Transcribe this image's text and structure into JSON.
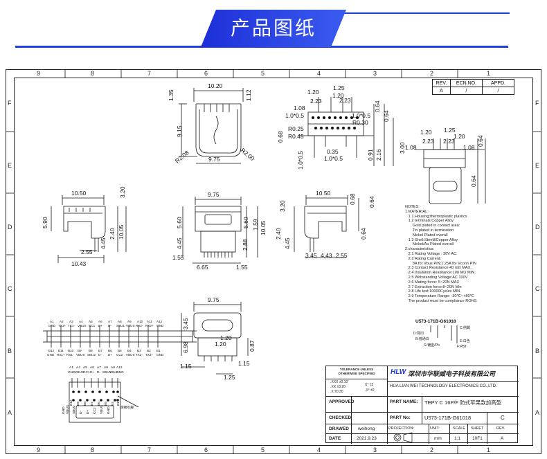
{
  "banner": {
    "title": "产品图纸"
  },
  "zones": {
    "columns": [
      "9",
      "8",
      "7",
      "6",
      "5",
      "4",
      "3",
      "2",
      "1"
    ],
    "rows": [
      "F",
      "E",
      "D",
      "C",
      "B",
      "A"
    ]
  },
  "revision_table": {
    "headers": [
      "REV.",
      "ECN.NO.",
      "APPD."
    ],
    "row": [
      "A",
      "/",
      "/"
    ]
  },
  "dimensions": {
    "top_view": [
      "10.20",
      "1.35",
      "1.12",
      "9.15",
      "9.75",
      "R2.08",
      "R2.00"
    ],
    "top_right": [
      "1.20",
      "1.25",
      "2.23",
      "1.20",
      "2.23",
      "1.08",
      "1.0*0.5",
      "1.0*0.5",
      "0.64",
      "0.64",
      "R0.30",
      "R0.25",
      "R0.45",
      "0.68",
      "1.0*0.5",
      "0.35",
      "0.91",
      "2.16",
      "3.00",
      "1.0*0.5"
    ],
    "iso_view": [
      "1.20",
      "1.25",
      "2.23",
      "1.20",
      "2.23",
      "1.08",
      "1.08",
      "0.64",
      "0.64"
    ],
    "side_left": [
      "10.50",
      "3.20",
      "5.90",
      "2.40",
      "10.05",
      "4.45",
      "2.55",
      "10.43"
    ],
    "front": [
      "9.75",
      "5.60",
      "5.60",
      "1.59",
      "10.05",
      "4.45",
      "2.88",
      "1.55",
      "6.65",
      "1.55"
    ],
    "side_right": [
      "10.50",
      "0.68",
      "0.64",
      "3.20",
      "2.40",
      "4.45",
      "0.64",
      "3.45",
      "4.43",
      "2.55"
    ],
    "bottom": [
      "9.75",
      "3.45",
      "6.98",
      "0.87",
      "1.20",
      "1.20",
      "1.15",
      "1.25",
      "1.15"
    ]
  },
  "pin_strip": {
    "top_labels": [
      "A1",
      "A2",
      "A3",
      "A4",
      "A5",
      "A6",
      "A7",
      "A8",
      "A9",
      "A10",
      "A11",
      "A12"
    ],
    "top_sub": [
      "GND",
      "TX1+",
      "TX1-",
      "VBUS",
      "CC1",
      "D+",
      "D-",
      "SBU1",
      "VBUS",
      "RX2-",
      "RX2+",
      "GND"
    ],
    "bottom_labels": [
      "B12",
      "B11",
      "B10",
      "B9",
      "B8",
      "B7",
      "B6",
      "B5",
      "B4",
      "B3",
      "B2",
      "B1"
    ],
    "bottom_sub": [
      "GND",
      "RX1+",
      "RX1-",
      "VBUS",
      "SBU2",
      "D-",
      "D+",
      "CC2",
      "VBUS",
      "TX2-",
      "TX2+",
      "GND"
    ]
  },
  "pinout_bottom": {
    "top_labels": [
      "A1",
      "A4",
      "A5",
      "A6",
      "A7",
      "A8",
      "A9",
      "A12"
    ],
    "top_sub": [
      "GND",
      "VBUS",
      "CC1",
      "D+",
      "D-",
      "SBU1",
      "VBUS",
      "GND"
    ],
    "bottom_labels": [
      "B12",
      "B9",
      "B8",
      "B7",
      "B6",
      "B5",
      "B4",
      "B1"
    ],
    "bottom_sub": [
      "GND",
      "VBUS",
      "SBU2",
      "D-",
      "D+",
      "CC2",
      "VBUS",
      "GND"
    ],
    "callout": "焊锡引脚"
  },
  "notes": "NOTES:\n1.MATERIAL:\n   1.1 Housing:thermoplastic plastics\n   1.2 terminals:Copper Alloy\n       Gold plated in contact area:\n       Tin plated in termination\n       Nickel Plated overall\n   1.3 Shell:Steel&Copper Alloy\n       Nickel/Au Plated overall\n2.characteristics:\n   2.1 Rating Voltage : 30V AC.\n   2.2 Rating Current:\n       3A for Vbus PIN;1.25A for Vconn PIN\n   2.3 Contact Resistance:40 mΩ MAX.\n   2.4 Insulation Resistance:100 MΩ MIN.\n   2.5 Withstanding Voltage:AC 100V\n   2.6 Mating force: 5~20N MAX\n   2.7 Extraction force:8~20N Min\n   2.8 Life test:10000Cycles MIN.\n   2.9 Temperature Range: -30℃~+80℃\n   The product must be compliance ROHS",
  "part_code": {
    "code": "U573-171B-G61018",
    "legend": [
      "D:耳凹",
      "C:侧翼",
      "B:普通白",
      "E:白色",
      "G:镀金/Pb",
      "F:PBT"
    ]
  },
  "title_block": {
    "tolerance_title": "TOLERANCE UNLESS\nOTHERWISE SPECIFIED",
    "tolerances": [
      ".XXX  ±0.10",
      ".XX   ±0.20",
      ".X    ±0.30"
    ],
    "angle": [
      "X°  ±3",
      ".X°  ±2"
    ],
    "company_cn": "深圳市华联威电子科技有限公司",
    "company_en": "HUA LIAN WEI TECHNOLOGY ELECTRONICS CO.,LTD.",
    "logo": "HLW",
    "approved_label": "APPROVED",
    "part_name_label": "PART NAME:",
    "part_name": "TEPY C 16P/F 防式苹果款加高型",
    "checked_label": "CHECKED",
    "part_no_label": "PART No:",
    "part_no": "U573-171B-G61018",
    "rev_value": "C",
    "drawed_label": "DRAWED",
    "drawer": "weihong",
    "projection_label": "PROJECTION:",
    "unit_label": "UNIT:",
    "scale_label": "SCALE",
    "sheet_label": "SHEET",
    "rev_label": "REV.",
    "date_label": "DATE",
    "date": "2021.9.23",
    "unit": "mm",
    "scale": "1:1",
    "sheet": "10F1",
    "rev": "A"
  },
  "colors": {
    "banner": "#1f3de0",
    "ink": "#111111"
  }
}
